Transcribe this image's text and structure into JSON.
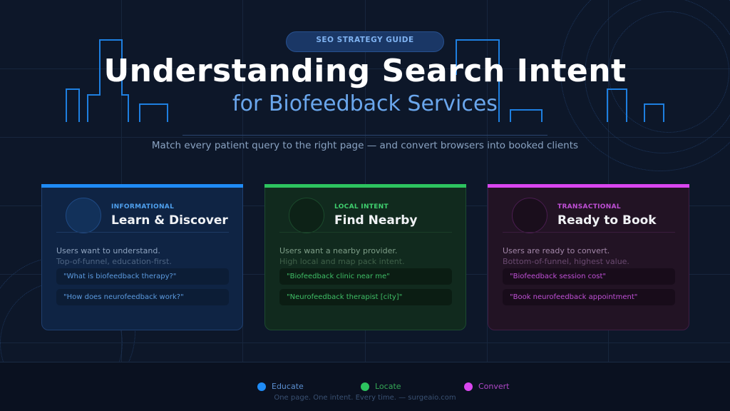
{
  "header": {
    "badge": "SEO STRATEGY GUIDE",
    "title": "Understanding Search Intent",
    "subtitle": "for Biofeedback Services",
    "tagline": "Match every patient query to the right page — and convert browsers into booked clients"
  },
  "cards": [
    {
      "kicker": "INFORMATIONAL",
      "heading": "Learn & Discover",
      "desc1": "Users want to understand.",
      "desc2": "Top-of-funnel, education-first.",
      "queries": [
        "\"What is biofeedback therapy?\"",
        "\"How does neurofeedback work?\""
      ],
      "accent": "#1f8bf5"
    },
    {
      "kicker": "LOCAL INTENT",
      "heading": "Find Nearby",
      "desc1": "Users want a nearby provider.",
      "desc2": "High local and map pack intent.",
      "queries": [
        "\"Biofeedback clinic near me\"",
        "\"Neurofeedback therapist [city]\""
      ],
      "accent": "#2dc35f"
    },
    {
      "kicker": "TRANSACTIONAL",
      "heading": "Ready to Book",
      "desc1": "Users are ready to convert.",
      "desc2": "Bottom-of-funnel, highest value.",
      "queries": [
        "\"Biofeedback session cost\"",
        "\"Book neurofeedback appointment\""
      ],
      "accent": "#d946ef"
    }
  ],
  "legend": [
    {
      "label": "Educate",
      "color": "#1f8bf5"
    },
    {
      "label": "Locate",
      "color": "#2dc35f"
    },
    {
      "label": "Convert",
      "color": "#d946ef"
    }
  ],
  "footer": {
    "note": "One page. One intent. Every time.  —  surgeaio.com"
  }
}
